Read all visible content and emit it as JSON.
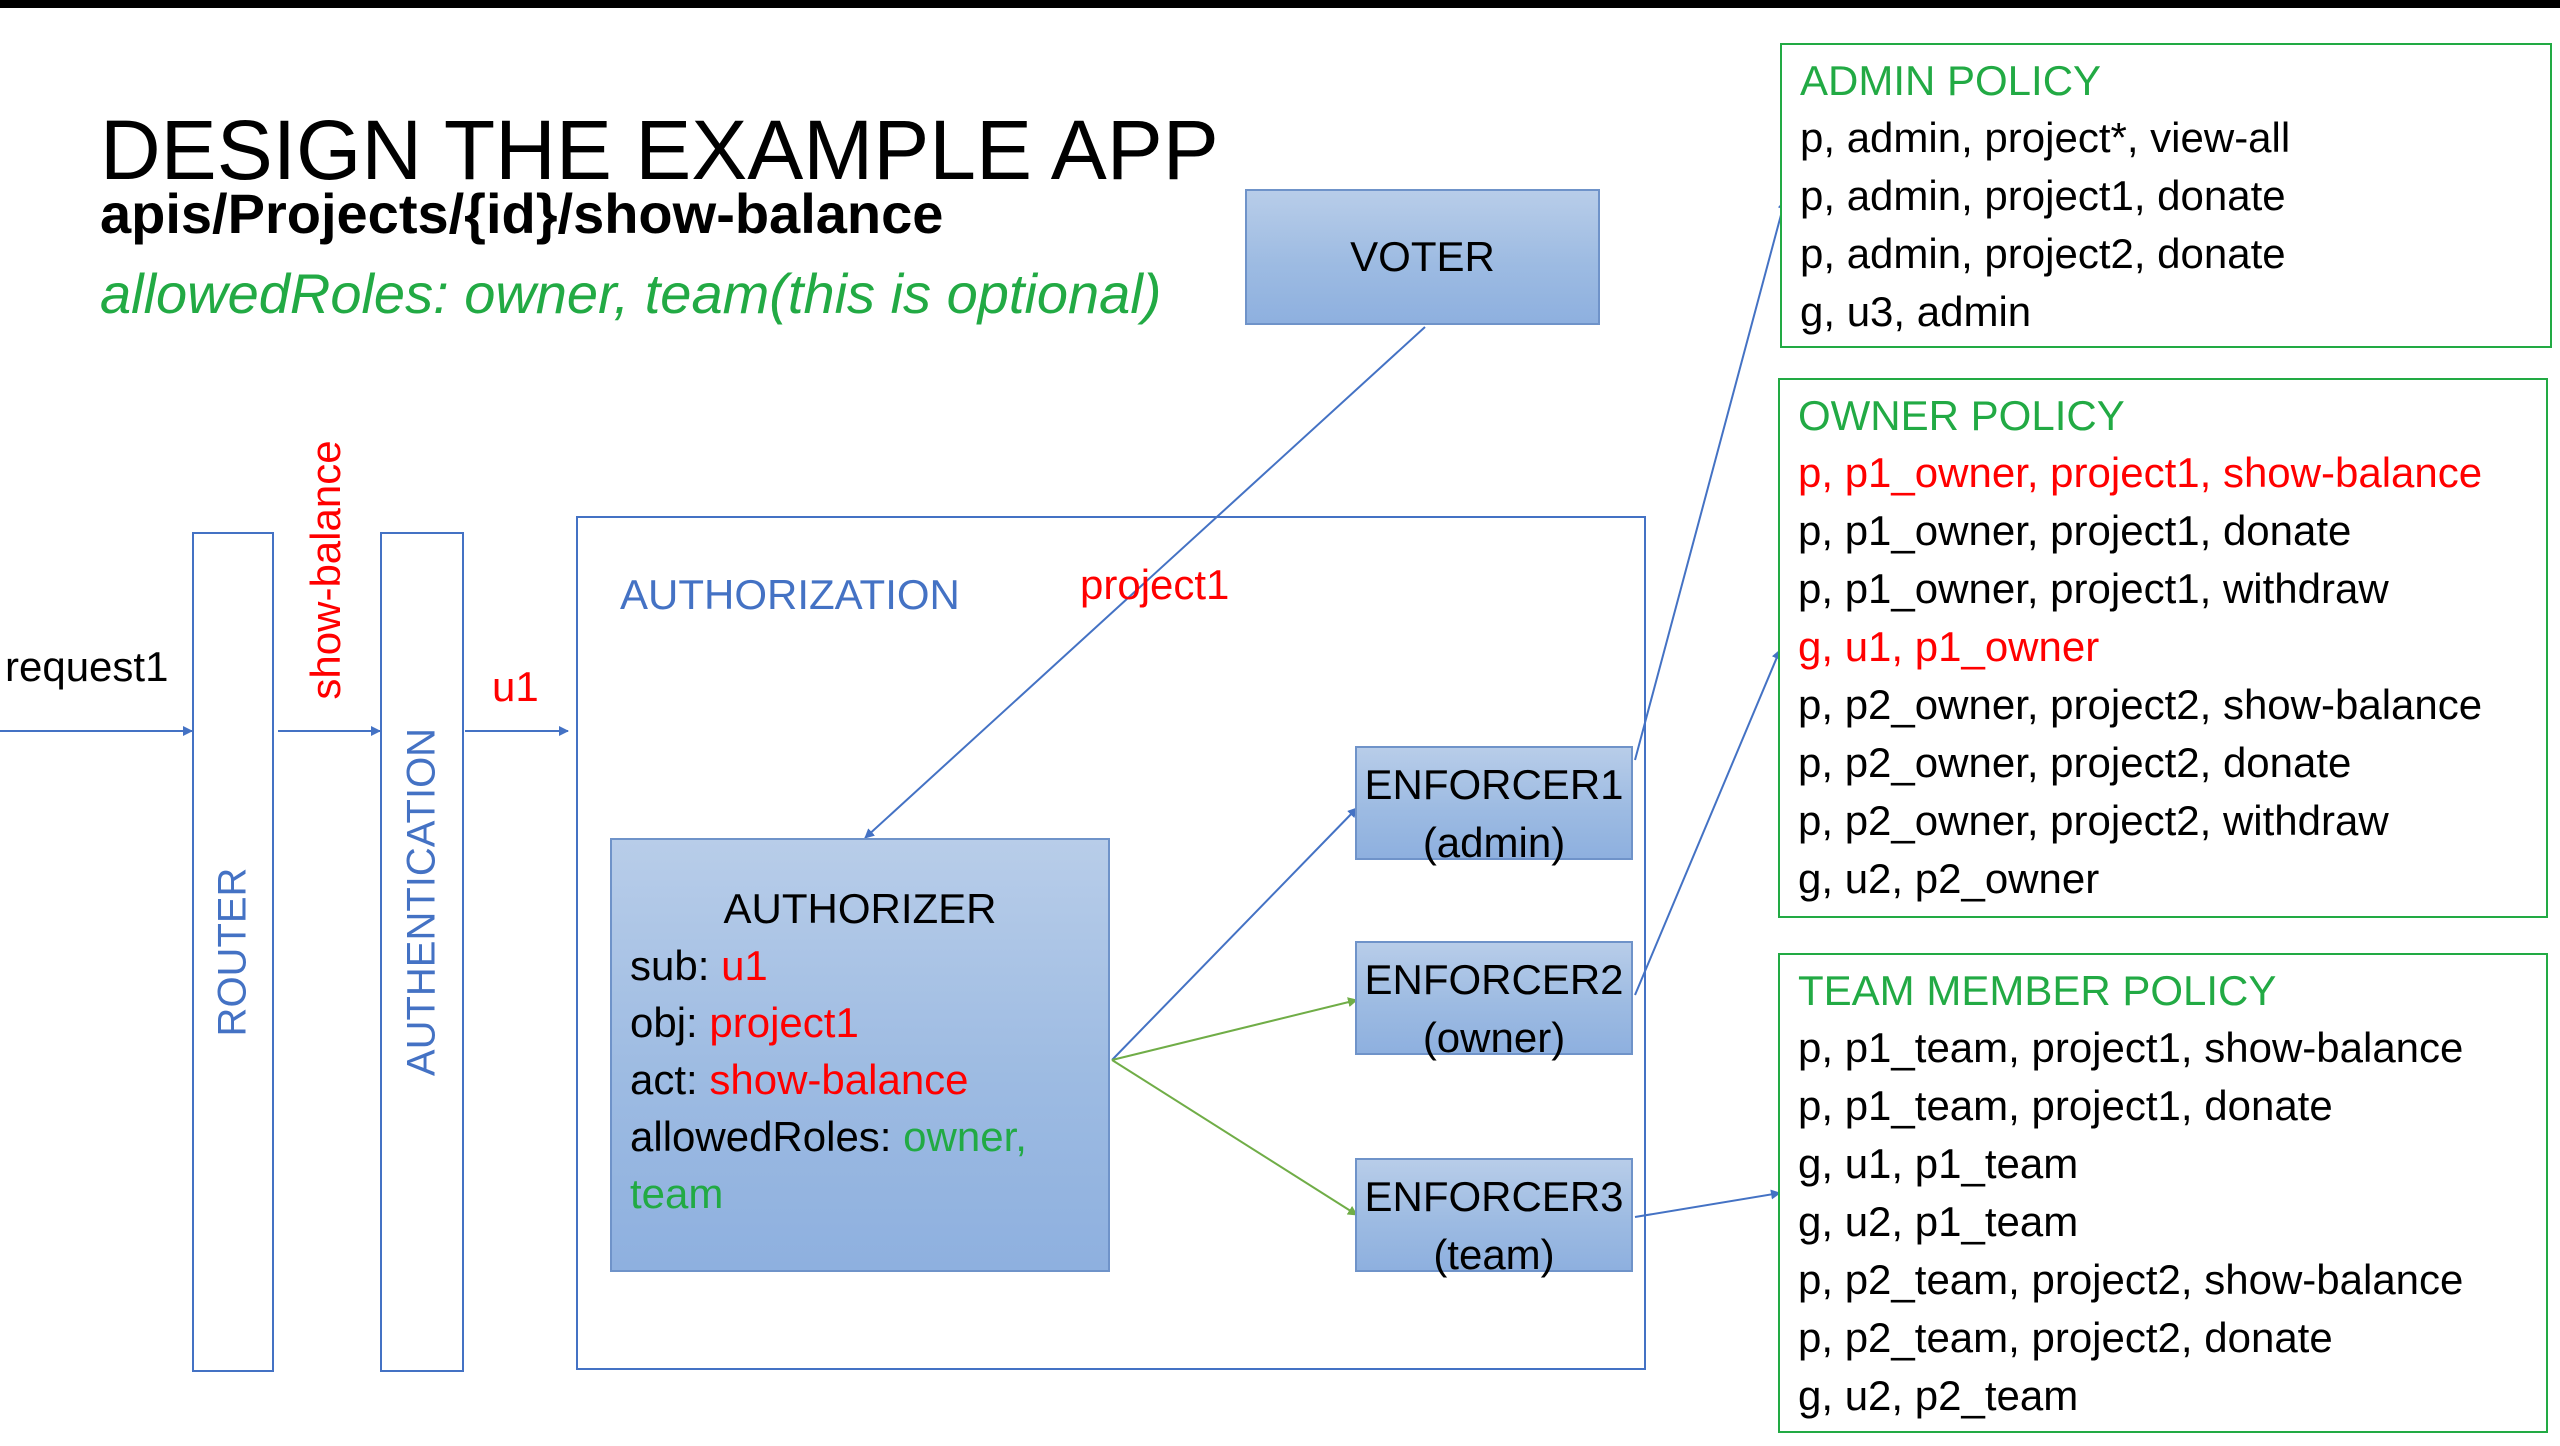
{
  "header": {
    "title": "DESIGN THE EXAMPLE APP",
    "subtitle": "apis/Projects/{id}/show-balance",
    "allowed_roles_line": "allowedRoles: owner, team(this is optional)"
  },
  "flow": {
    "request_label": "request1",
    "router_label": "ROUTER",
    "router_out_label": "show-balance",
    "authentication_label": "AUTHENTICATION",
    "auth_out_label": "u1",
    "authorization_label": "AUTHORIZATION",
    "voter_label": "VOTER",
    "voter_out_label": "project1"
  },
  "authorizer": {
    "title": "AUTHORIZER",
    "sub_key": "sub: ",
    "sub_value": "u1",
    "obj_key": "obj: ",
    "obj_value": "project1",
    "act_key": "act: ",
    "act_value": "show-balance",
    "roles_key": "allowedRoles: ",
    "roles_value_1": "owner,",
    "roles_value_2": "team"
  },
  "enforcers": [
    {
      "name": "ENFORCER1",
      "role": "(admin)"
    },
    {
      "name": "ENFORCER2",
      "role": "(owner)"
    },
    {
      "name": "ENFORCER3",
      "role": "(team)"
    }
  ],
  "policies": {
    "admin": {
      "title": "ADMIN POLICY",
      "lines": [
        "p, admin, project*, view-all",
        "p, admin, project1, donate",
        "p, admin, project2, donate",
        "g, u3, admin"
      ]
    },
    "owner": {
      "title": "OWNER POLICY",
      "lines": [
        "p, p1_owner, project1, show-balance",
        "p, p1_owner, project1, donate",
        "p, p1_owner, project1, withdraw",
        "g, u1, p1_owner",
        "p, p2_owner, project2, show-balance",
        "p, p2_owner, project2, donate",
        "p, p2_owner, project2, withdraw",
        "g, u2, p2_owner"
      ],
      "highlighted_lines": [
        0,
        3
      ]
    },
    "team": {
      "title": "TEAM MEMBER POLICY",
      "lines": [
        "p, p1_team, project1, show-balance",
        "p, p1_team, project1, donate",
        "g, u1, p1_team",
        "g, u2, p1_team",
        "p, p2_team, project2, show-balance",
        "p, p2_team, project2, donate",
        "g, u2, p2_team"
      ]
    }
  },
  "colors": {
    "blue": "#4472c4",
    "green": "#22aa44",
    "red": "#ff0000",
    "green_arrow": "#70ad47"
  }
}
